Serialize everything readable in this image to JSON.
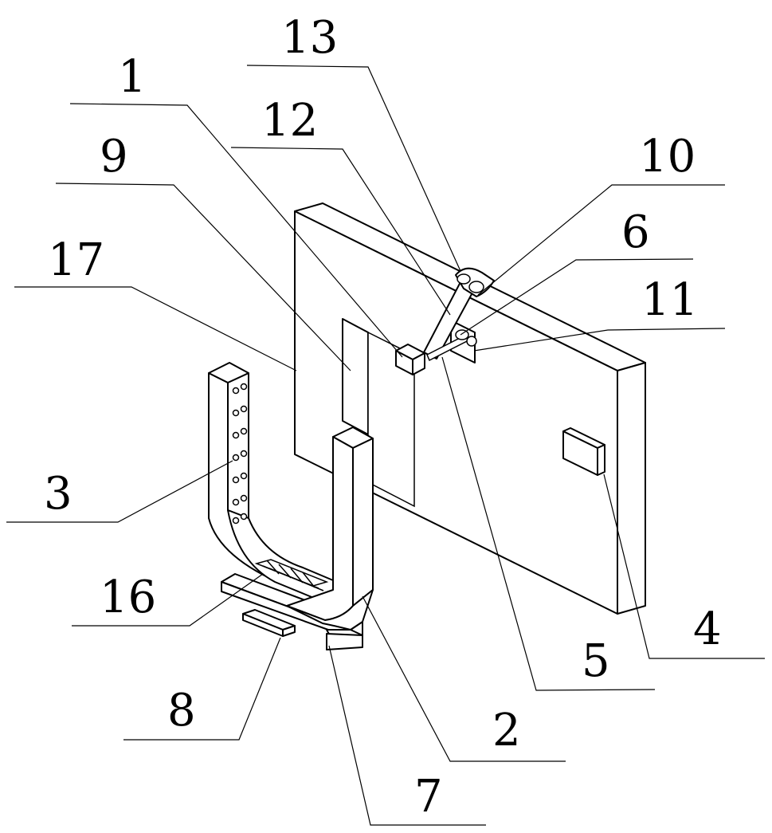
{
  "callouts": [
    {
      "id": "c1",
      "label": "1"
    },
    {
      "id": "c2",
      "label": "2"
    },
    {
      "id": "c3",
      "label": "3"
    },
    {
      "id": "c4",
      "label": "4"
    },
    {
      "id": "c5",
      "label": "5"
    },
    {
      "id": "c6",
      "label": "6"
    },
    {
      "id": "c7",
      "label": "7"
    },
    {
      "id": "c8",
      "label": "8"
    },
    {
      "id": "c9",
      "label": "9"
    },
    {
      "id": "c10",
      "label": "10"
    },
    {
      "id": "c11",
      "label": "11"
    },
    {
      "id": "c12",
      "label": "12"
    },
    {
      "id": "c13",
      "label": "13"
    },
    {
      "id": "c16",
      "label": "16"
    },
    {
      "id": "c17",
      "label": "17"
    }
  ]
}
